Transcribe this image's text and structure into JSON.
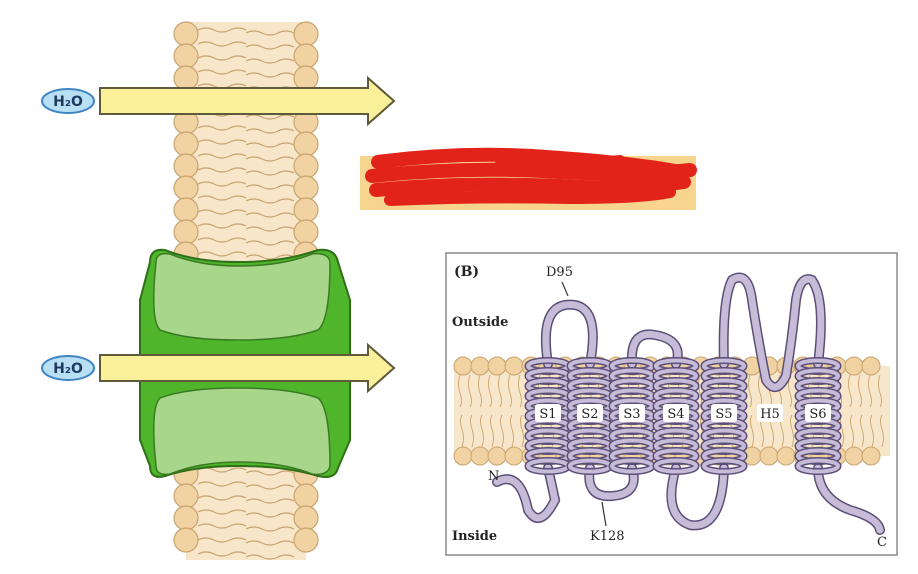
{
  "panel_a": {
    "molecule_top": "H₂O",
    "molecule_bottom": "H₂O"
  },
  "panel_b": {
    "label": "(B)",
    "outside_label": "Outside",
    "inside_label": "Inside",
    "residues": {
      "d95": "D95",
      "k128": "K128"
    },
    "termini": {
      "n": "N",
      "c": "C"
    },
    "segments": [
      "S1",
      "S2",
      "S3",
      "S4",
      "S5",
      "H5",
      "S6"
    ]
  },
  "colors": {
    "membrane_head": "#f0d2a3",
    "membrane_head_stroke": "#c9a46e",
    "membrane_tail": "#f7e6c9",
    "channel_dark": "#4fb52a",
    "channel_light": "#a8d68a",
    "arrow_fill": "#faf09a",
    "arrow_stroke": "#5e5a3a",
    "h2o_fill": "#b9dff5",
    "h2o_stroke": "#3f86c4",
    "protein_fill": "#c6bcd8",
    "protein_stroke": "#5b4e78",
    "redaction": "#e2231a",
    "redacted_box": "#f8d58e"
  },
  "icons": {
    "redaction": "redaction-scribble-icon"
  }
}
